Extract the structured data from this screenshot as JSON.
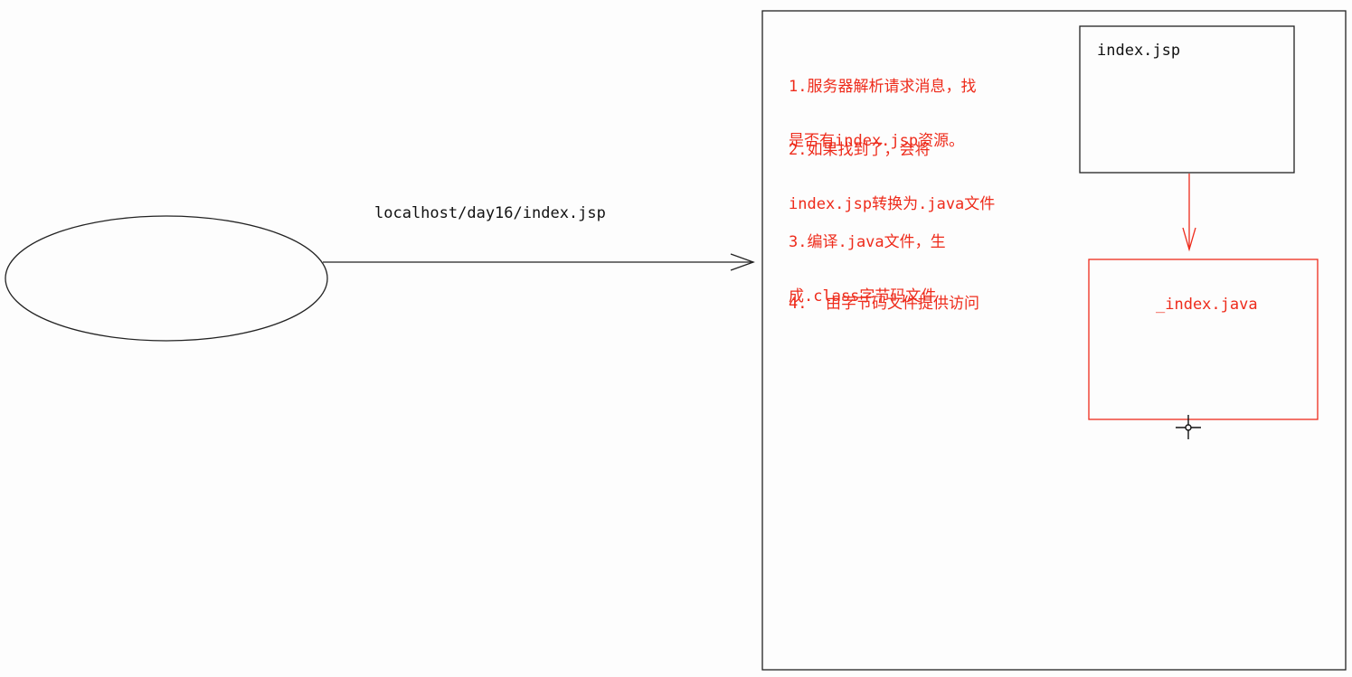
{
  "diagram": {
    "request_url": "localhost/day16/index.jsp",
    "jsp_file": "index.jsp",
    "java_file": "_index.java",
    "steps": [
      {
        "line1": "1.服务器解析请求消息，找",
        "line2": "是否有index.jsp资源。"
      },
      {
        "line1": "2.如果找到了，会将",
        "line2": "index.jsp转换为.java文件"
      },
      {
        "line1": "3.编译.java文件，生",
        "line2": "成.class字节码文件"
      },
      {
        "line1": "4.  由字节码文件提供访问",
        "line2": ""
      }
    ]
  },
  "colors": {
    "ink": "#111111",
    "accent_red": "#ee2b1b",
    "background": "#fdfdfd"
  }
}
